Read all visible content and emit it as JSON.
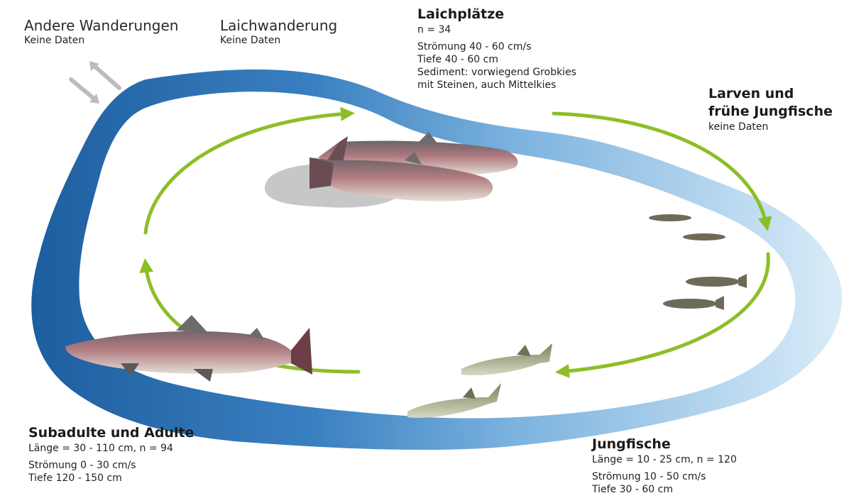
{
  "labels": {
    "andere": {
      "title": "Andere Wanderungen",
      "sub": "Keine Daten"
    },
    "laich": {
      "title": "Laichwanderung",
      "sub": "Keine Daten"
    },
    "laichplaetze": {
      "title": "Laichplätze",
      "n": "n = 34",
      "stroemung": "Strömung 40 - 60 cm/s",
      "tiefe": "Tiefe 40 - 60 cm",
      "sediment1": "Sediment: vorwiegend Grobkies",
      "sediment2": "mit Steinen, auch Mittelkies"
    },
    "larven": {
      "title1": "Larven und",
      "title2": "frühe Jungfische",
      "sub": "keine Daten"
    },
    "jungfische": {
      "title": "Jungfische",
      "laenge": "Länge = 10 - 25 cm, n = 120",
      "stroemung": "Strömung 10 - 50 cm/s",
      "tiefe": "Tiefe 30 - 60 cm"
    },
    "adulte": {
      "title": "Subadulte und Adulte",
      "laenge": "Länge = 30 - 110 cm, n = 94",
      "stroemung": "Strömung 0 - 30 cm/s",
      "tiefe": "Tiefe 120 - 150 cm"
    }
  },
  "colors": {
    "river_dark": "#1f63a3",
    "river_mid": "#5b9ad0",
    "river_light": "#d4e9f7",
    "arrow_green": "#8cbf26",
    "migration_arrow_gray": "#bcbcbc",
    "gravel_gray": "#bdbdbd"
  }
}
